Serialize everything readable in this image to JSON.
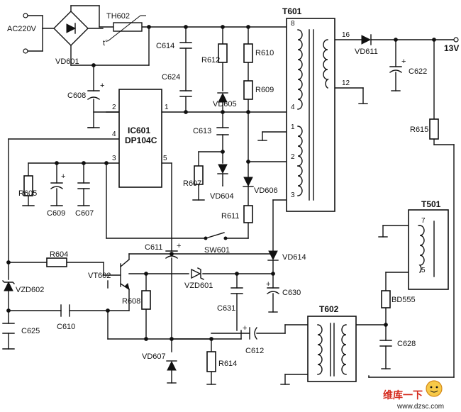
{
  "labels": {
    "ac": "AC220V",
    "vd601": "VD601",
    "th602": "TH602",
    "t_sym": "t°",
    "c608": "C608",
    "c614": "C614",
    "c624": "C624",
    "r612": "R612",
    "r610": "R610",
    "vd605": "VD605",
    "r609": "R609",
    "t601": "T601",
    "vd611": "VD611",
    "out_13v": "13V",
    "c622": "C622",
    "ic_name": "IC601",
    "ic_part": "DP104C",
    "c613": "C613",
    "r607": "R607",
    "vd604": "VD604",
    "vd606": "VD606",
    "r611": "R611",
    "r615": "R615",
    "r605": "R605",
    "c609": "C609",
    "c607": "C607",
    "sw601": "SW601",
    "vd614": "VD614",
    "t501": "T501",
    "r604": "R604",
    "c611": "C611",
    "vt602": "VT602",
    "vzd602": "VZD602",
    "vzd601": "VZD601",
    "r608": "R608",
    "c630": "C630",
    "c631": "C631",
    "bd555": "BD555",
    "c610": "C610",
    "c625": "C625",
    "t602": "T602",
    "c612": "C612",
    "c628": "C628",
    "vd607": "VD607",
    "r614": "R614"
  },
  "pins": {
    "ic_1": "1",
    "ic_2": "2",
    "ic_3": "3",
    "ic_4": "4",
    "ic_5": "5",
    "t601_8": "8",
    "t601_4": "4",
    "t601_1": "1",
    "t601_2": "2",
    "t601_3": "3",
    "t601_16": "16",
    "t601_12": "12",
    "t501_7": "7",
    "t501_5": "5"
  },
  "plus": "+",
  "watermark": {
    "cn": "维库一下",
    "url": "www.dzsc.com"
  }
}
